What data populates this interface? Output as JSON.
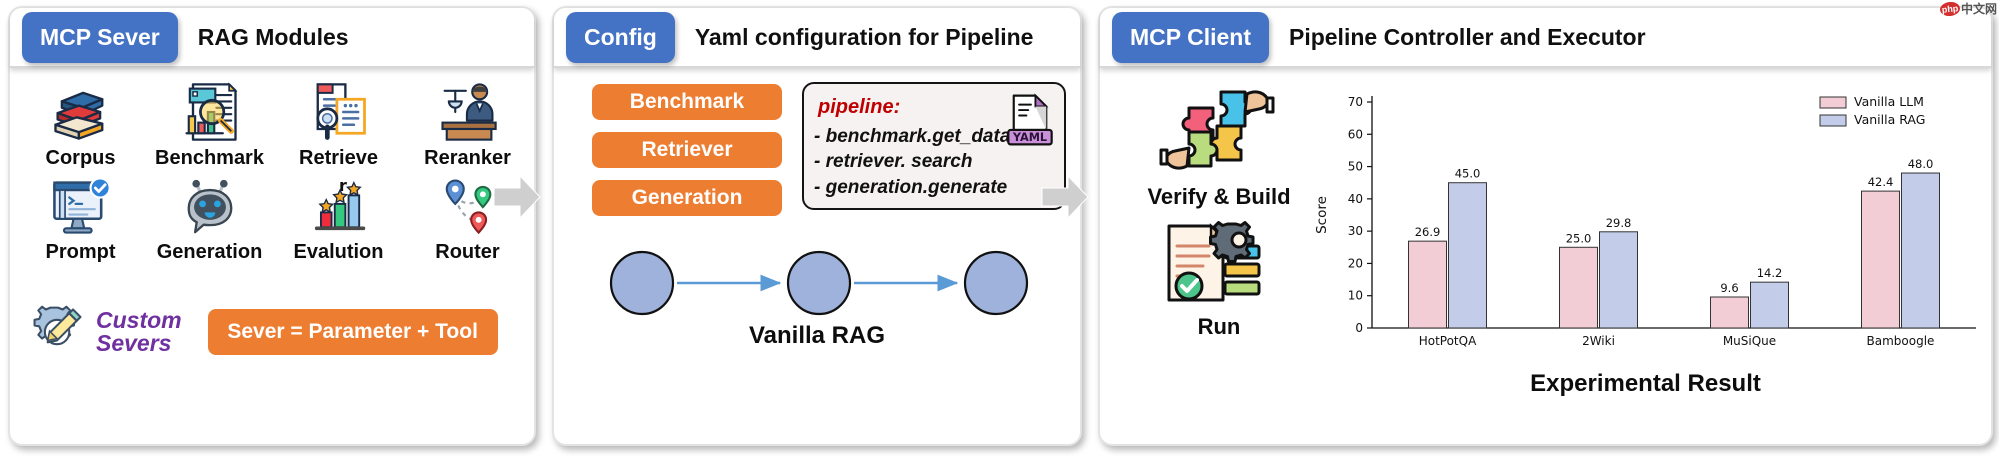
{
  "panels": [
    {
      "id": "mcp-server",
      "tab": "MCP Sever",
      "title": "RAG Modules",
      "modules": [
        {
          "label": "Corpus",
          "icon": "books-icon"
        },
        {
          "label": "Benchmark",
          "icon": "benchmark-report-icon"
        },
        {
          "label": "Retrieve",
          "icon": "document-search-icon"
        },
        {
          "label": "Reranker",
          "icon": "judge-icon"
        },
        {
          "label": "Prompt",
          "icon": "terminal-monitor-icon"
        },
        {
          "label": "Generation",
          "icon": "robot-icon"
        },
        {
          "label": "Evalution",
          "icon": "bar-chart-stars-icon"
        },
        {
          "label": "Router",
          "icon": "network-route-icon"
        }
      ],
      "custom": {
        "icon": "gear-pencil-icon",
        "line1": "Custom",
        "line2": "Severs"
      },
      "formula": "Sever = Parameter + Tool"
    },
    {
      "id": "config",
      "tab": "Config",
      "title": "Yaml configuration for Pipeline",
      "stages": [
        "Benchmark",
        "Retriever",
        "Generation"
      ],
      "yaml": {
        "key": "pipeline:",
        "lines": [
          "- benchmark.get_data",
          "- retriever. search",
          "- generation.generate"
        ],
        "badge": "YAML",
        "badge_icon": "yaml-file-icon"
      },
      "flow_caption": "Vanilla RAG",
      "flow_nodes": 3
    },
    {
      "id": "mcp-client",
      "tab": "MCP Client",
      "title": "Pipeline Controller and Executor",
      "steps": [
        {
          "label": "Verify & Build",
          "icon": "puzzle-hands-icon"
        },
        {
          "label": "Run",
          "icon": "document-gears-icon"
        }
      ],
      "chart_caption": "Experimental Result"
    }
  ],
  "arrows": [
    {
      "name": "arrow-panel1-to-panel2",
      "icon": "right-arrow-icon"
    },
    {
      "name": "arrow-panel2-to-panel3",
      "icon": "right-arrow-icon"
    }
  ],
  "watermark": {
    "badge": "php",
    "text": "中文网"
  },
  "colors": {
    "tab_blue": "#4472c4",
    "orange": "#ed7d31",
    "purple": "#7030a0",
    "yaml_red": "#c00000",
    "node_blue": "#9fb2db",
    "bar_llm": "#f2cdd6",
    "bar_rag": "#c3cce8"
  },
  "chart_data": {
    "type": "bar",
    "title": "Experimental Result",
    "xlabel": "",
    "ylabel": "Score",
    "categories": [
      "HotPotQA",
      "2Wiki",
      "MuSiQue",
      "Bamboogle"
    ],
    "series": [
      {
        "name": "Vanilla LLM",
        "color": "#f2cdd6",
        "values": [
          26.9,
          25.0,
          9.6,
          42.4
        ]
      },
      {
        "name": "Vanilla RAG",
        "color": "#c3cce8",
        "values": [
          45.0,
          29.8,
          14.2,
          48.0
        ]
      }
    ],
    "ylim": [
      0,
      70
    ],
    "yticks": [
      0,
      10,
      20,
      30,
      40,
      50,
      60,
      70
    ],
    "grid": false,
    "legend_position": "top-right",
    "data_labels": true
  }
}
